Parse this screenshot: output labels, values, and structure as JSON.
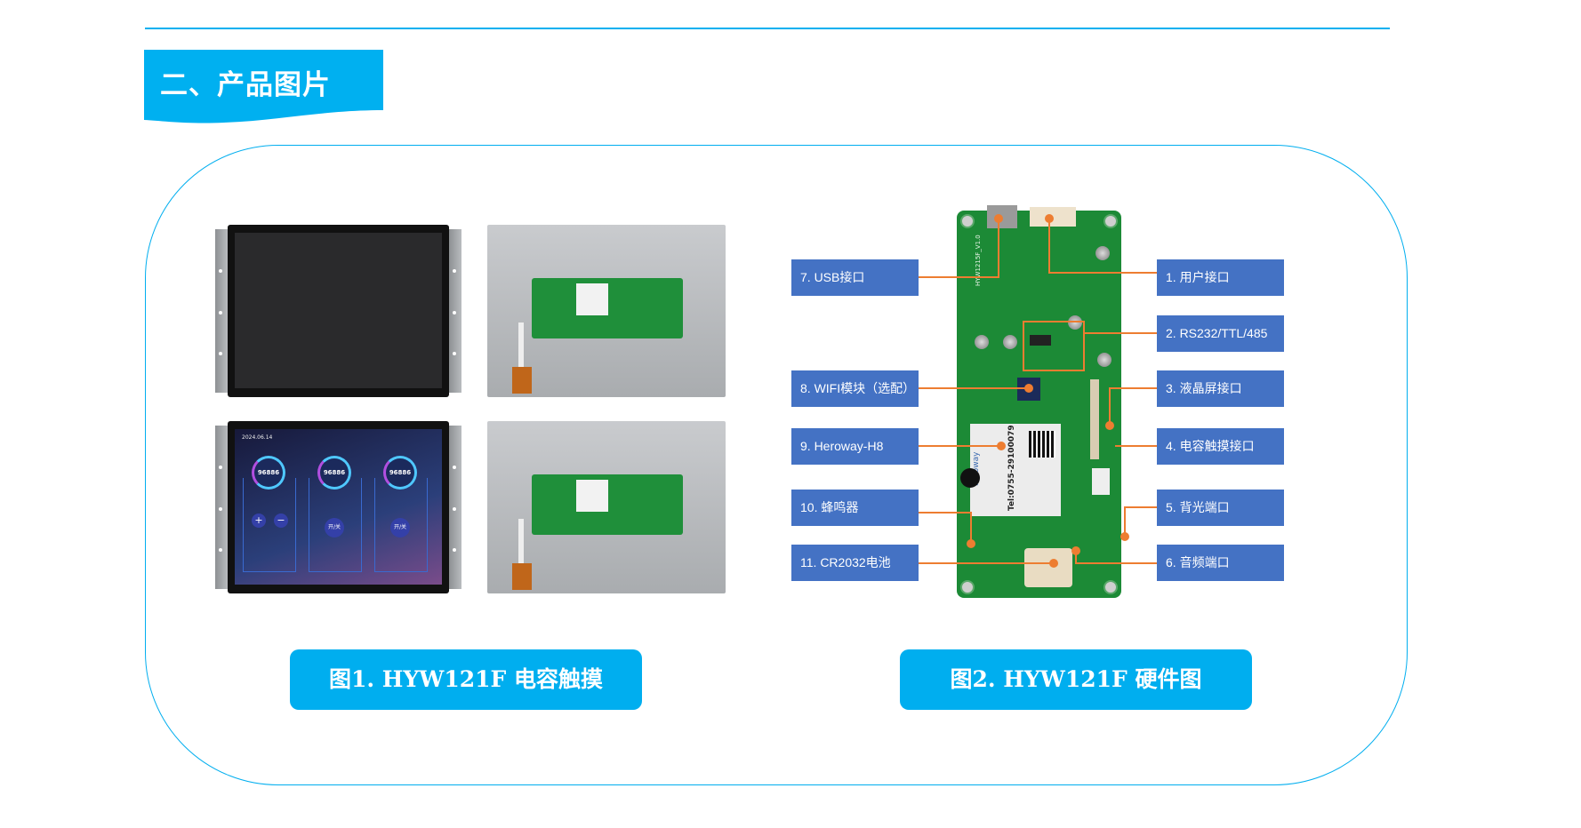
{
  "section": {
    "title": "二、产品图片"
  },
  "accent_color": "#00aeef",
  "label_color": "#4472c4",
  "leader_color": "#ed7d31",
  "figure1": {
    "caption": "图1. HYW121F 电容触摸",
    "screen_ui": {
      "date": "2024.06.14",
      "gauges": [
        "96886",
        "96886",
        "96886"
      ],
      "buttons": [
        "+",
        "−",
        "开/关",
        "开/关"
      ]
    }
  },
  "figure2": {
    "caption": "图2. HYW121F 硬件图",
    "board": {
      "model": "HYW1215F_V1.0",
      "module_brand": "heroway",
      "module_tel": "Tel:0755-29100079"
    },
    "labels_left": [
      "7. USB接口",
      "8. WIFI模块（选配）",
      "9. Heroway-H8",
      "10.  蜂鸣器",
      "11. CR2032电池"
    ],
    "labels_right": [
      "1. 用户接口",
      "2. RS232/TTL/485",
      "3. 液晶屏接口",
      "4. 电容触摸接口",
      "5. 背光端口",
      "6. 音频端口"
    ]
  }
}
